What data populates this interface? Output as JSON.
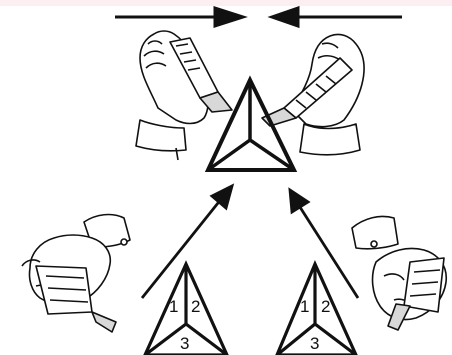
{
  "diagram": {
    "segment_labels": {
      "left": {
        "one": "1",
        "two": "2",
        "three": "3"
      },
      "right": {
        "one": "1",
        "two": "2",
        "three": "3"
      }
    },
    "colors": {
      "ink": "#111111",
      "skin_fill": "#ffffff",
      "blade_fill": "#d8d8d8",
      "background": "#ffffff"
    },
    "icons": [
      "utility-knife-icon",
      "hand-icon",
      "arrow-icon",
      "triangle-icon"
    ]
  }
}
